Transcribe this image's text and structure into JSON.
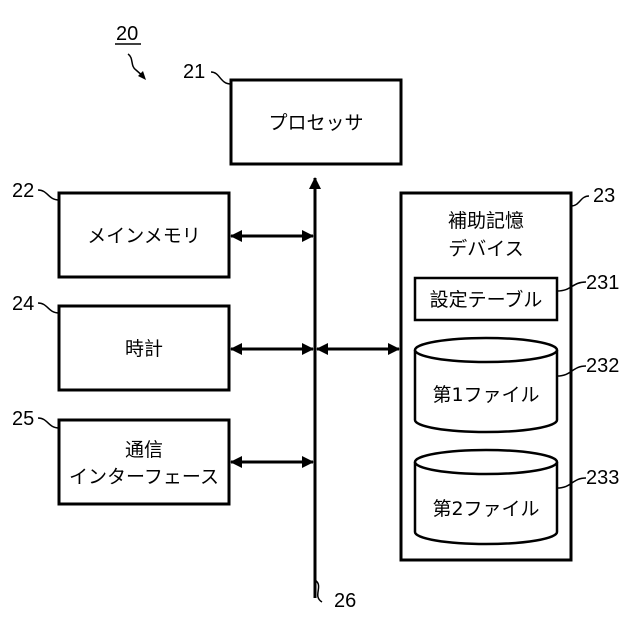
{
  "figure_ref": "20",
  "processor": {
    "ref": "21",
    "label": "プロセッサ"
  },
  "main_memory": {
    "ref": "22",
    "label": "メインメモリ"
  },
  "clock": {
    "ref": "24",
    "label": "時計"
  },
  "comm_interface": {
    "ref": "25",
    "label_line1": "通信",
    "label_line2": "インターフェース"
  },
  "aux_storage": {
    "ref": "23",
    "label_line1": "補助記憶",
    "label_line2": "デバイス",
    "settings_table": {
      "ref": "231",
      "label": "設定テーブル"
    },
    "file1": {
      "ref": "232",
      "label": "第1ファイル"
    },
    "file2": {
      "ref": "233",
      "label": "第2ファイル"
    }
  },
  "bus": {
    "ref": "26"
  }
}
